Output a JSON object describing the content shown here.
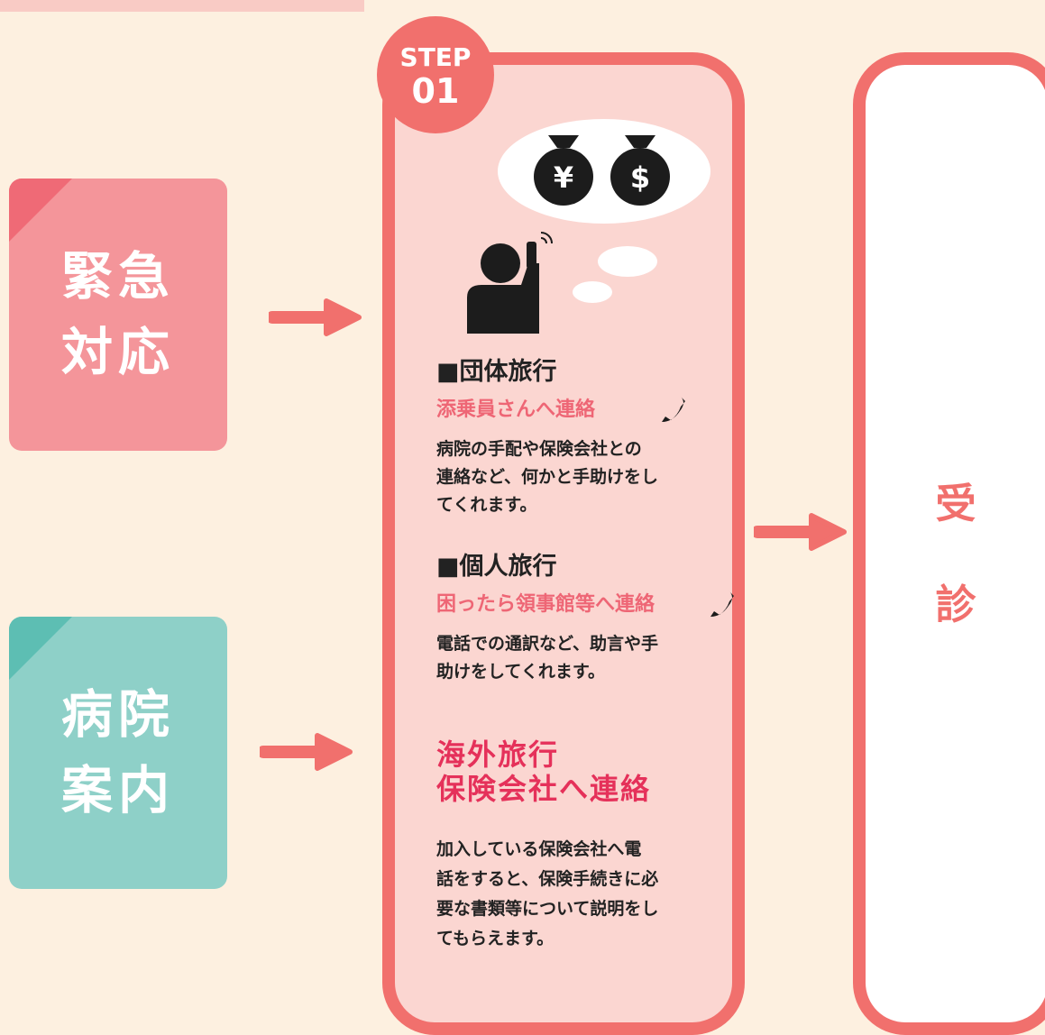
{
  "side_cards": [
    {
      "id": "emergency",
      "label": "緊急\n対応",
      "color": "#f4959a"
    },
    {
      "id": "hospital",
      "label": "病院\n案内",
      "color": "#8ed0c8"
    }
  ],
  "step": {
    "badge_word": "STEP",
    "badge_number": "01",
    "group_travel": {
      "heading": "■団体旅行",
      "contact": "添乗員さんへ連絡",
      "description": "病院の手配や保険会社との\n連絡など、何かと手助けをし\nてくれます。"
    },
    "individual_travel": {
      "heading": "■個人旅行",
      "contact": "困ったら領事館等へ連絡",
      "description": "電話での通訳など、助言や手\n助けをしてくれます。"
    },
    "insurance": {
      "heading": "海外旅行\n保険会社へ連絡",
      "description": "加入している保険会社へ電\n話をすると、保険手続きに必\n要な書類等について説明をし\nてもらえます。"
    },
    "money_icons": [
      "yen-bag-icon",
      "dollar-bag-icon"
    ]
  },
  "result": {
    "label": "受\n診"
  },
  "colors": {
    "accent": "#f1706d",
    "panel_fill": "#fbd6d1",
    "background": "#fdf0e0",
    "pink_text": "#ee6675",
    "magenta_text": "#e5315a",
    "emergency_card": "#f4959a",
    "hospital_card": "#8ed0c8"
  }
}
